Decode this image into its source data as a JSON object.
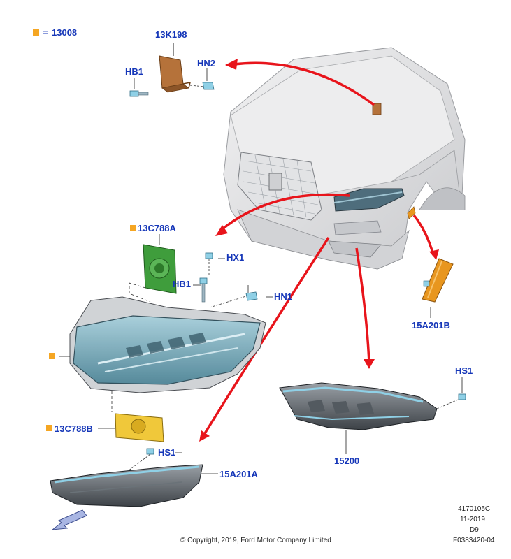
{
  "legend": {
    "equals": "=",
    "part": "13008",
    "marker_color": "#f5a623"
  },
  "labels": {
    "module_13k198": "13K198",
    "hb1_top": "HB1",
    "hn2": "HN2",
    "part_13c788a": "13C788A",
    "hx1": "HX1",
    "hb1_mid": "HB1",
    "hn1": "HN1",
    "part_15a201b": "15A201B",
    "part_13c788b": "13C788B",
    "hs1_left": "HS1",
    "part_15a201a": "15A201A",
    "hs1_right": "HS1",
    "part_15200": "15200"
  },
  "footer": {
    "copyright": "© Copyright, 2019, Ford Motor Company Limited",
    "code1": "4170105C",
    "date": "11-2019",
    "code2": "D9",
    "code3": "F0383420-04"
  },
  "colors": {
    "label_blue": "#1536b8",
    "arrow_red": "#e8141b",
    "headlamp_teal": "#7fb3c4",
    "module_brown": "#b5723a",
    "ballast_green": "#3f9d3c",
    "ballast_yellow": "#f0c83a",
    "vehicle_gray": "#d9dadc"
  },
  "icons": [
    "direction-arrow-icon",
    "bolt-icon",
    "clip-icon"
  ]
}
